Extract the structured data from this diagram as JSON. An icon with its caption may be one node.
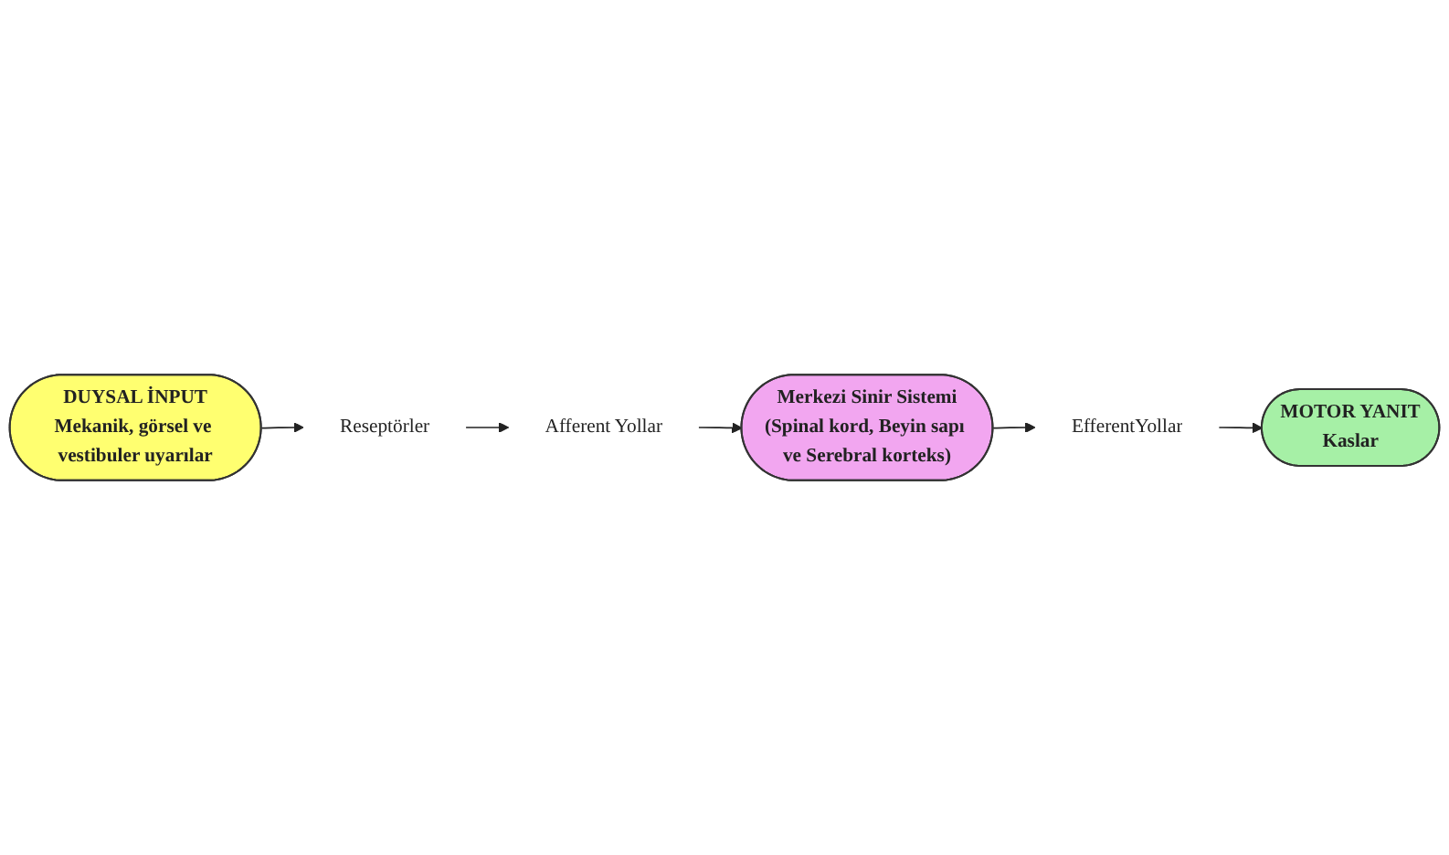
{
  "diagram": {
    "nodes": [
      {
        "text": [
          "Merkezi Sinir Sistemi",
          "(Spinal kord, Beyin sapı ve Serebral korteks)"
        ]
      },
      {
        "text": [
          "Afferent Yollar"
        ]
      },
      {
        "text": [
          "EfferentYollar"
        ]
      },
      {
        "text": [
          "Reseptörler"
        ]
      },
      {
        "text": [
          "DUYSAL İNPUT",
          "Mekanik, görsel ve vestibuler uyarılar"
        ]
      },
      {
        "text": [
          "MOTOR YANIT",
          "Kaslar"
        ]
      }
    ],
    "edges": [
      {
        "from": 4,
        "to": 3,
        "arrow": "to"
      },
      {
        "from": 3,
        "to": 1,
        "arrow": "to"
      },
      {
        "from": 1,
        "to": 0,
        "arrow": "to"
      },
      {
        "from": 0,
        "to": 2,
        "arrow": "to"
      },
      {
        "from": 2,
        "to": 5,
        "arrow": "to"
      }
    ]
  }
}
